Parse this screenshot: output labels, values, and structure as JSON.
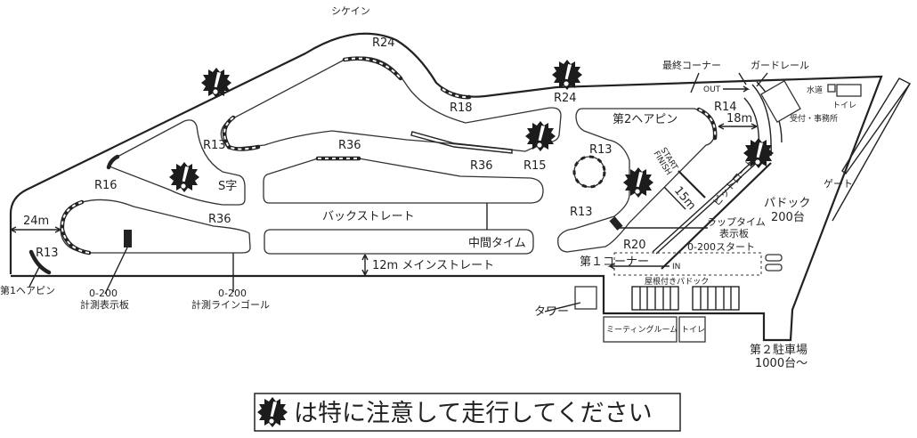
{
  "colors": {
    "ink": "#222222",
    "background": "#ffffff"
  },
  "icons": {
    "warning": "warning-exclamation-starburst-icon"
  },
  "track_labels": {
    "chicane": "シケイン",
    "r24_top": "R24",
    "r18": "R18",
    "r24_right": "R24",
    "r13_s": "R13",
    "r36_upper": "R36",
    "r36_mid": "R36",
    "r15": "R15",
    "s_curve": "S字",
    "r16": "R16",
    "r36_lower": "R36",
    "back_straight": "バックストレート",
    "mid_time": "中間タイム",
    "r13_hairpin1": "R13",
    "main_straight": "12m メインストレート",
    "hairpin1": "第1ヘアピン",
    "hairpin2": "第2ヘアピン",
    "r13_hairpin2": "R13",
    "r13_lower": "R13",
    "r14": "R14",
    "r20": "R20",
    "final_corner": "最終コーナー",
    "corner1": "第１コーナー",
    "start": "START",
    "finish": "FINISH",
    "pit_road": "ピットロード",
    "out": "OUT",
    "in": "IN"
  },
  "dimensions": {
    "w24": "24m",
    "w18": "18m",
    "w15": "15m"
  },
  "timing": {
    "display_board_1": "0-200",
    "display_board_2": "計測表示板",
    "goal_line_1": "0-200",
    "goal_line_2": "計測ラインゴール",
    "lap_board_1": "ラップタイム",
    "lap_board_2": "表示板",
    "start_0_200": "0-200スタート"
  },
  "facilities": {
    "guardrail": "ガードレール",
    "water": "水道",
    "toilet_top": "トイレ",
    "office": "受付・事務所",
    "gate": "ゲート",
    "paddock_1": "パドック",
    "paddock_2": "200台",
    "covered_paddock": "屋根付きパドック",
    "tower": "タワー",
    "meeting_room": "ミーティングルーム",
    "toilet_bottom": "トイレ",
    "parking_1": "第２駐車場",
    "parking_2": "1000台〜"
  },
  "legend": {
    "text": "は特に注意して走行してください"
  }
}
